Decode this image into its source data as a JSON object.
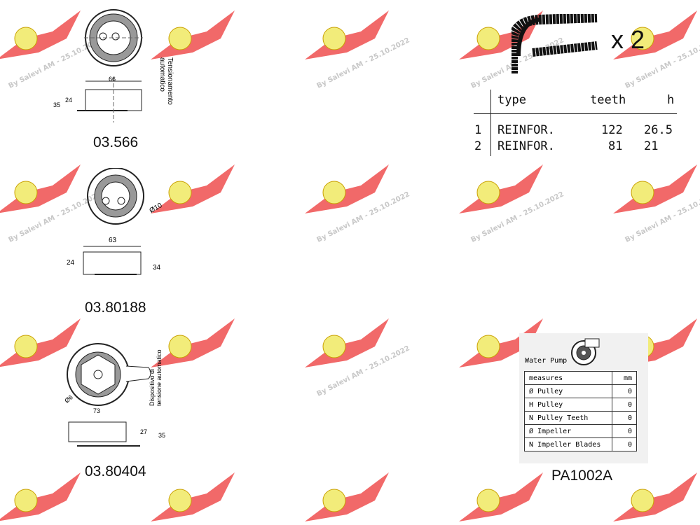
{
  "watermark": {
    "text": "By Salevi AM - 25.10.2022"
  },
  "parts": [
    {
      "code": "03.566",
      "dims": [
        "66",
        "24",
        "35"
      ],
      "note": "Tensionamento automatico"
    },
    {
      "code": "03.80188",
      "dims": [
        "63",
        "24",
        "34",
        "Ø10"
      ]
    },
    {
      "code": "03.80404",
      "dims": [
        "73",
        "27",
        "35",
        "Ø6"
      ],
      "note": "Dispositivo di tensione automatico"
    }
  ],
  "belt": {
    "multiplier": "x 2",
    "headers": [
      "type",
      "teeth",
      "h"
    ],
    "rows": [
      {
        "n": "1",
        "type": "REINFOR.",
        "teeth": "122",
        "h": "26.5"
      },
      {
        "n": "2",
        "type": "REINFOR.",
        "teeth": "81",
        "h": "21"
      }
    ]
  },
  "water_pump": {
    "title": "Water Pump",
    "code": "PA1002A",
    "header": [
      "measures",
      "mm"
    ],
    "rows": [
      {
        "label": "Ø Pulley",
        "value": "0"
      },
      {
        "label": "H Pulley",
        "value": "0"
      },
      {
        "label": "N Pulley Teeth",
        "value": "0"
      },
      {
        "label": "Ø Impeller",
        "value": "0"
      },
      {
        "label": "N Impeller Blades",
        "value": "0"
      }
    ]
  }
}
